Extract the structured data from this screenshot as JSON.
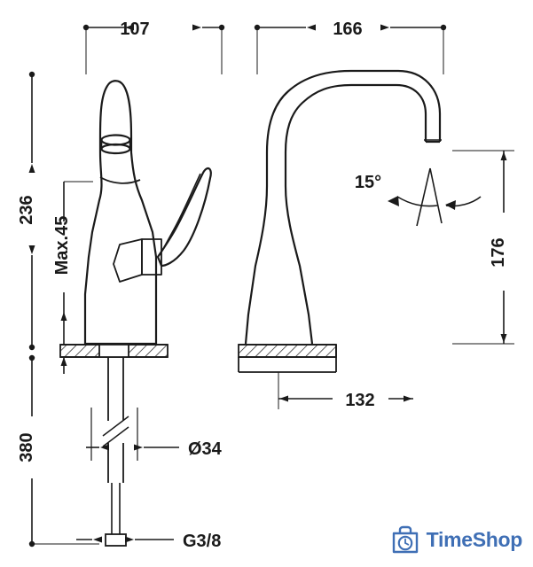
{
  "diagram": {
    "title": "Faucet technical drawing with dimensions",
    "line_color": "#1a1a1a",
    "dimensions": {
      "width_left": "107",
      "width_right": "166",
      "height_total": "236",
      "max_label": "Max.45",
      "height_spout": "176",
      "reach": "132",
      "angle": "15°",
      "depth_below": "380",
      "hole_diameter": "Ø34",
      "thread": "G3/8"
    }
  },
  "watermark": {
    "brand": "TimeShop",
    "icon": "clock-bag-icon",
    "color": "#3f6fb5"
  }
}
